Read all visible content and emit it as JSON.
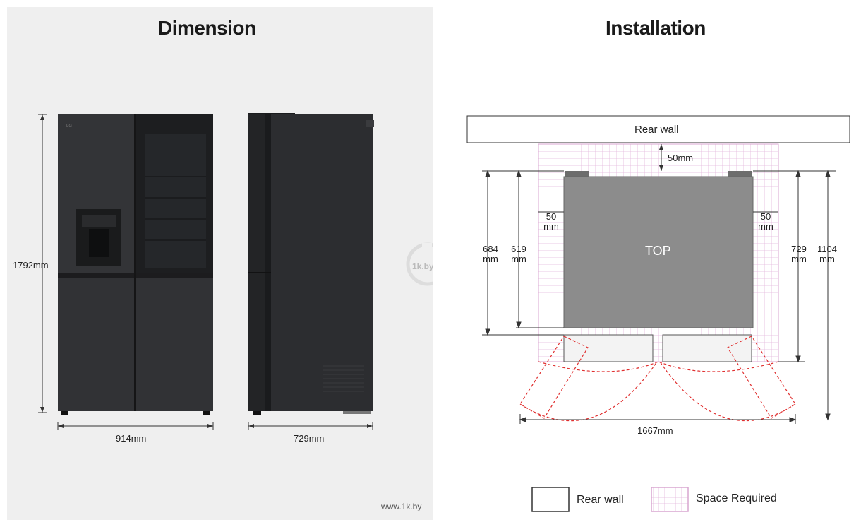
{
  "dimension": {
    "title": "Dimension",
    "height_label": "1792mm",
    "width_label": "914mm",
    "depth_label": "729mm",
    "watermark": "www.1k.by",
    "brand_mark": "LG",
    "logo_text": "1k.by"
  },
  "installation": {
    "title": "Installation",
    "rear_wall_label": "Rear wall",
    "top_label": "TOP",
    "gap_top": "50mm",
    "gap_left": [
      "50",
      "mm"
    ],
    "gap_right": [
      "50",
      "mm"
    ],
    "depth_684": [
      "684",
      "mm"
    ],
    "depth_619": [
      "619",
      "mm"
    ],
    "depth_729": [
      "729",
      "mm"
    ],
    "depth_1104": [
      "1104",
      "mm"
    ],
    "width_1667": "1667mm",
    "legend": {
      "rear_wall": "Rear wall",
      "space_required": "Space Required"
    }
  },
  "colors": {
    "fridge_body": "#2e2f31",
    "top_view": "#8a8a8a",
    "grid_pink": "#e8b8de",
    "door_swing_red": "#e03030"
  }
}
